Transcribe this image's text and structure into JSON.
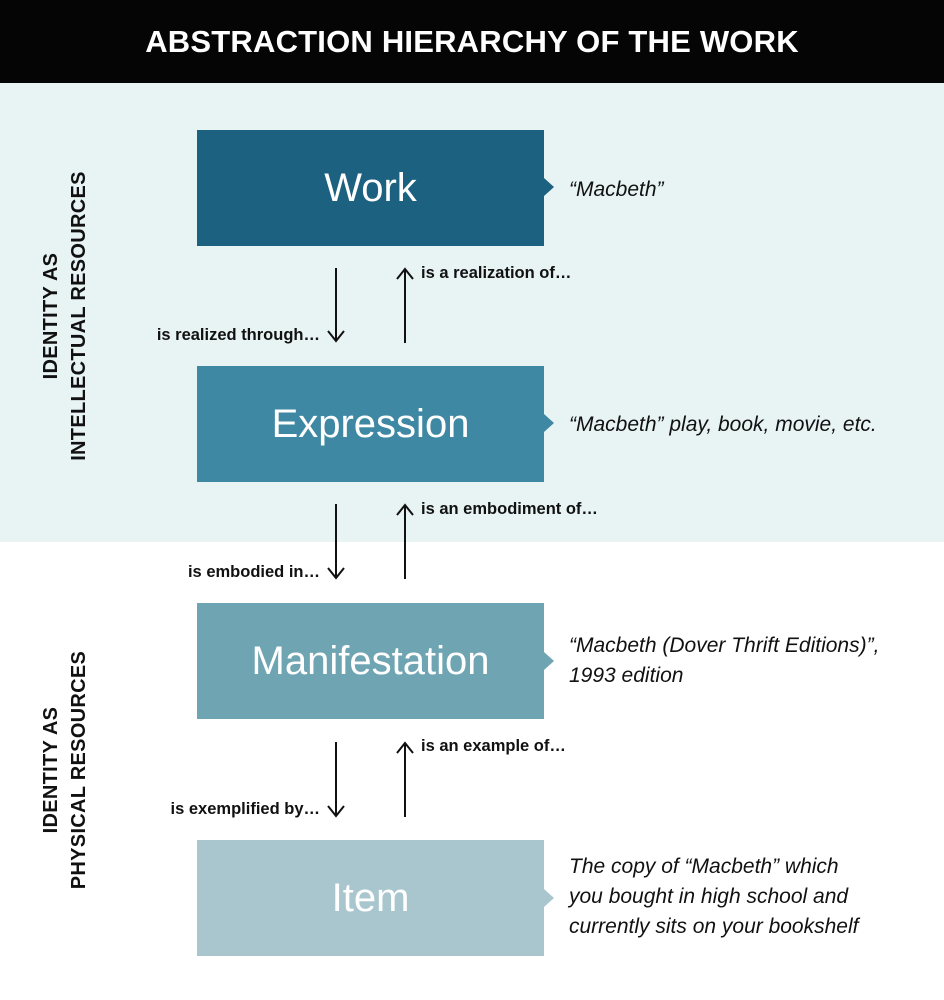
{
  "title": "ABSTRACTION HIERARCHY OF THE WORK",
  "sections": {
    "intellectual": [
      "IDENTITY AS",
      "INTELLECTUAL RESOURCES"
    ],
    "physical": [
      "IDENTITY AS",
      "PHYSICAL RESOURCES"
    ]
  },
  "levels": [
    {
      "name": "Work",
      "color": "#1c6180",
      "example": [
        "“Macbeth”"
      ]
    },
    {
      "name": "Expression",
      "color": "#3f88a3",
      "example": [
        "“Macbeth” play, book, movie, etc."
      ]
    },
    {
      "name": "Manifestation",
      "color": "#6fa4b2",
      "example": [
        "“Macbeth (Dover Thrift Editions)”,",
        "1993 edition"
      ]
    },
    {
      "name": "Item",
      "color": "#a9c6cf",
      "example": [
        "The copy of “Macbeth” which",
        "you bought in high school and",
        "currently sits on your bookshelf"
      ]
    }
  ],
  "relationships": [
    {
      "down": "is realized through…",
      "up": "is a realization of…"
    },
    {
      "down": "is embodied in…",
      "up": "is an embodiment of…"
    },
    {
      "down": "is exemplified by…",
      "up": "is an example of…"
    }
  ]
}
